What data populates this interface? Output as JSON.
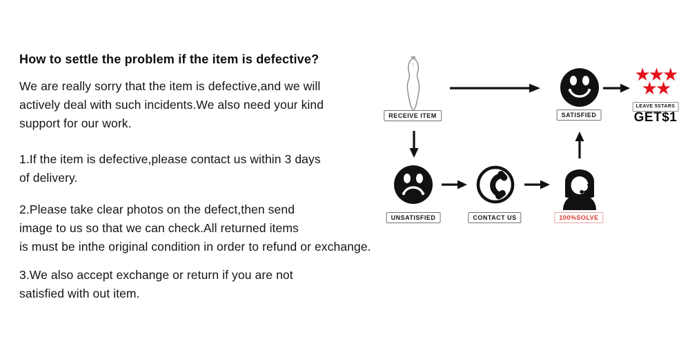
{
  "article": {
    "heading": "How to settle the problem if the item is defective?",
    "intro": [
      "We are really sorry that the item is defective,and we will",
      "actively deal with such incidents.We also need your kind",
      "support for our work."
    ],
    "point1": [
      "1.If the item is defective,please contact us within 3 days",
      "of delivery."
    ],
    "point2": [
      "2.Please take clear photos on the defect,then send",
      "image to us so that we can check.All returned items",
      "is must be inthe original condition in order to refund or exchange."
    ],
    "point3": [
      "3.We also accept exchange or return if you are not",
      "satisfied with out item."
    ]
  },
  "flowchart": {
    "receive": {
      "label": "RECEIVE ITEM",
      "icon": "dress-icon"
    },
    "satisfied": {
      "label": "SATISFIED",
      "icon": "smiley-face-icon"
    },
    "reward": {
      "icon": "five-red-stars-icon",
      "stars_row1": "★★★",
      "stars_row2": "★★",
      "label": "LEAVE 5STARS",
      "bonus": "GET$1"
    },
    "unsatisfied": {
      "label": "UNSATISFIED",
      "icon": "sad-face-icon"
    },
    "contact": {
      "label": "CONTACT US",
      "icon": "phone-icon"
    },
    "solve": {
      "label": "100%SOLVE",
      "icon": "support-agent-icon"
    },
    "colors": {
      "star_red": "#e4101a",
      "solve_red": "#e0352a",
      "icon_black": "#111111",
      "tag_border": "#6f6f6f"
    }
  }
}
